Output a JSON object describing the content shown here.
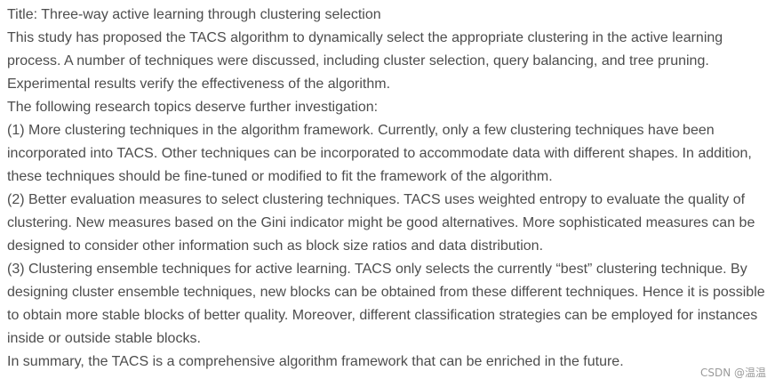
{
  "article": {
    "title_line": "Title: Three-way active learning through clustering selection",
    "intro": "This study has proposed the TACS algorithm to dynamically select the appropriate clustering in the active learning process. A number of techniques were discussed, including cluster selection, query balancing, and tree pruning. Experimental results verify the effectiveness of the algorithm.",
    "topics_lead": "The following research topics deserve further investigation:",
    "topic_1": "(1) More clustering techniques in the algorithm framework. Currently, only a few clustering techniques have been incorporated into TACS. Other techniques can be incorporated to accommodate data with different shapes. In addition, these techniques should be fine-tuned or modified to fit the framework of the algorithm.",
    "topic_2": "(2) Better evaluation measures to select clustering techniques. TACS uses weighted entropy to evaluate the quality of clustering. New measures based on the Gini indicator might be good alternatives. More sophisticated measures can be designed to consider other information such as block size ratios and data distribution.",
    "topic_3": "(3) Clustering ensemble techniques for active learning. TACS only selects the currently “best” clustering technique. By designing cluster ensemble techniques, new blocks can be obtained from these different techniques. Hence it is possible to obtain more stable blocks of better quality. Moreover, different classification strategies can be employed for instances inside or outside stable blocks.",
    "summary": "In summary, the TACS is a comprehensive algorithm framework that can be enriched in the future."
  },
  "watermark": {
    "text": "CSDN @温温"
  }
}
